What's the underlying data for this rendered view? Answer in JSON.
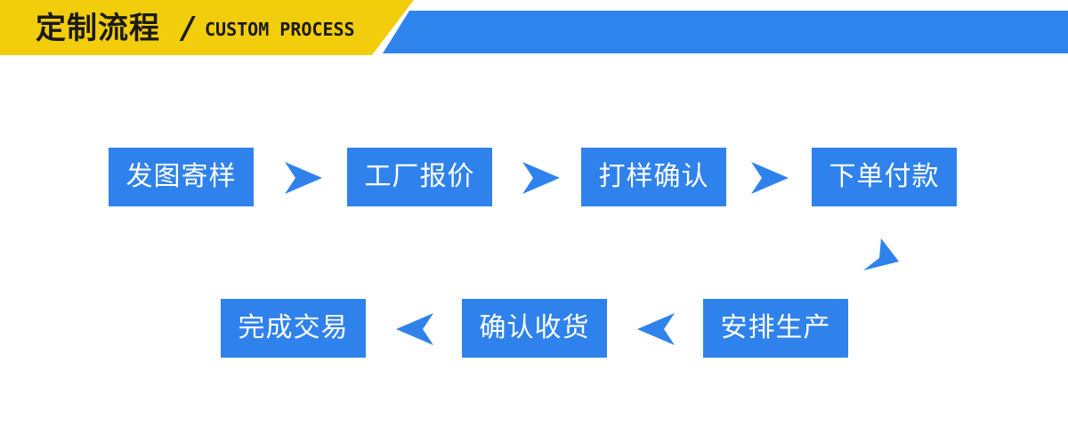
{
  "header": {
    "title": "定制流程",
    "slash": "/",
    "subtitle": "CUSTOM PROCESS"
  },
  "steps": [
    "发图寄样",
    "工厂报价",
    "打样确认",
    "下单付款",
    "安排生产",
    "确认收货",
    "完成交易"
  ],
  "colors": {
    "header_yellow": "#f2cd0c",
    "header_blue": "#2f83ec",
    "step_fill": "#2f82ec",
    "arrow_fill": "#2f82ec",
    "step_text": "#ffffff"
  },
  "icons": [
    "arrow-right-icon",
    "arrow-down-left-icon",
    "arrow-left-icon"
  ]
}
